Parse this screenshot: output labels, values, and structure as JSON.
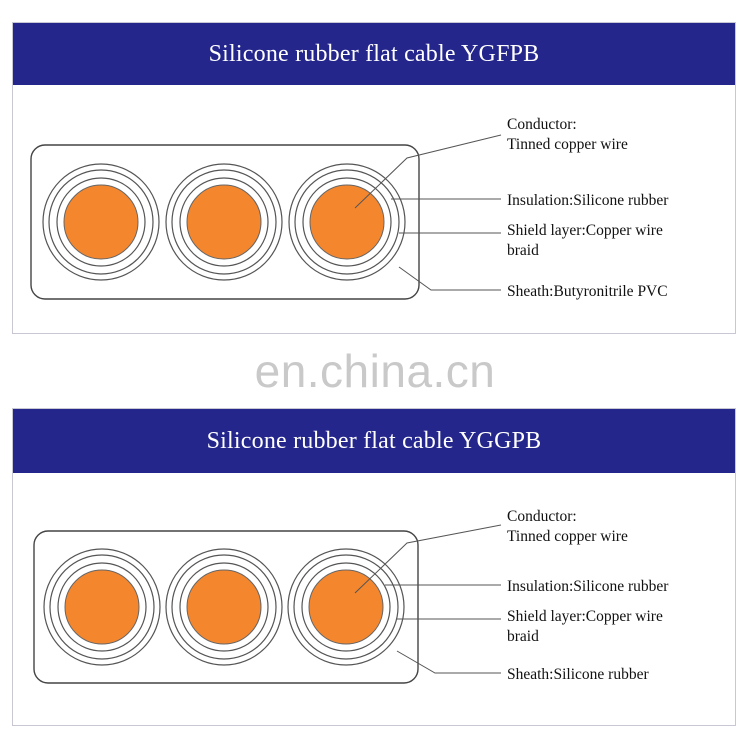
{
  "panels": [
    {
      "title": "Silicone rubber flat cable YGFPB",
      "labels": {
        "conductor": "Conductor:",
        "conductor_detail": "Tinned copper wire",
        "insulation": "Insulation:Silicone rubber",
        "shield": "Shield layer:Copper wire",
        "shield_detail": "braid",
        "sheath": "Sheath:Butyronitrile PVC"
      }
    },
    {
      "title": "Silicone rubber flat cable YGGPB",
      "labels": {
        "conductor": "Conductor:",
        "conductor_detail": "Tinned copper wire",
        "insulation": "Insulation:Silicone rubber",
        "shield": "Shield layer:Copper wire",
        "shield_detail": "braid",
        "sheath": "Sheath:Silicone rubber"
      }
    }
  ],
  "watermark": "en.china.cn",
  "colors": {
    "banner": "#24268c",
    "conductor_fill": "#f4862e",
    "line": "#555555"
  }
}
